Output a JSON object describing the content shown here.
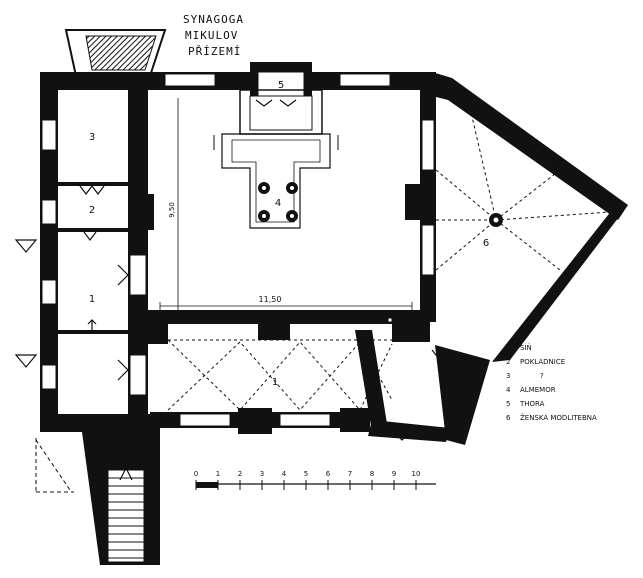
{
  "title": {
    "line1": "SYNAGOGA",
    "line2": "MIKULOV",
    "line3": "PŘÍZEMÍ"
  },
  "rooms": [
    {
      "number": "1",
      "id": "room-1"
    },
    {
      "number": "2",
      "id": "room-2"
    },
    {
      "number": "3",
      "id": "room-3"
    },
    {
      "number": "4",
      "id": "room-4"
    },
    {
      "number": "5",
      "id": "room-5"
    },
    {
      "number": "6",
      "id": "room-6"
    }
  ],
  "hall_number": "1",
  "dimensions": {
    "width": "11,50",
    "depth": "9,50"
  },
  "legend": [
    {
      "num": "1",
      "label": "SÍŇ"
    },
    {
      "num": "2",
      "label": "POKLADNICE"
    },
    {
      "num": "3",
      "label": "?"
    },
    {
      "num": "4",
      "label": "ALMEMOR"
    },
    {
      "num": "5",
      "label": "THORA"
    },
    {
      "num": "6",
      "label": "ŽENSKÁ MODLITEBNA"
    }
  ],
  "scale": {
    "labels": [
      "0",
      "1",
      "2",
      "3",
      "4",
      "5",
      "6",
      "7",
      "8",
      "9",
      "10"
    ]
  }
}
